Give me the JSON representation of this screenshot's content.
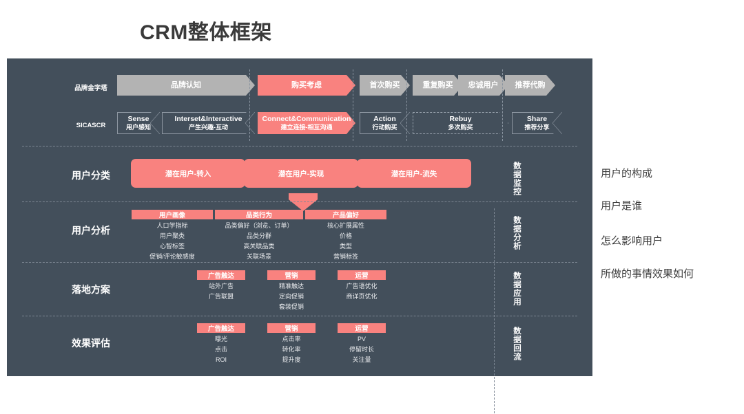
{
  "title": "CRM整体框架",
  "colors": {
    "panel_bg": "#434f5b",
    "accent_pink": "#f9827f",
    "grey_chevron": "#b3b3b3",
    "text_light": "#ffffff",
    "title_text": "#3a3a3a",
    "separator": "#7e8894"
  },
  "rows": {
    "brand_pyramid": {
      "label": "品牌金字塔",
      "stages": [
        {
          "label": "品牌认知",
          "color": "grey"
        },
        {
          "label": "购买考虑",
          "color": "pink"
        },
        {
          "label": "首次购买",
          "color": "grey"
        },
        {
          "label": "重复购买",
          "color": "grey"
        },
        {
          "label": "忠诚用户",
          "color": "grey"
        },
        {
          "label": "推荐代购",
          "color": "grey"
        }
      ]
    },
    "sicascr": {
      "label": "SICASCR",
      "stages": [
        {
          "en": "Sense",
          "cn": "用户感知",
          "style": "solid"
        },
        {
          "en": "Interset&Interactive",
          "cn": "产生兴趣-互动",
          "style": "solid"
        },
        {
          "en": "Connect&Communication",
          "cn": "建立连接-相互沟通",
          "style": "filled"
        },
        {
          "en": "Action",
          "cn": "行动购买",
          "style": "solid"
        },
        {
          "en": "Rebuy",
          "cn": "多次购买",
          "style": "dashed"
        },
        {
          "en": "Share",
          "cn": "推荐分享",
          "style": "solid"
        }
      ]
    },
    "user_classification": {
      "label": "用户分类",
      "items": [
        "潜在用户-转入",
        "潜在用户-实现",
        "潜在用户-流失"
      ]
    },
    "user_analysis": {
      "label": "用户分析",
      "groups": [
        {
          "head": "用户画像",
          "items": [
            "人口学指标",
            "用户聚类",
            "心智标签",
            "促销/评论敏感度"
          ]
        },
        {
          "head": "品类行为",
          "items": [
            "品类偏好（浏览、订单）",
            "品类分群",
            "高关联品类",
            "关联场景"
          ]
        },
        {
          "head": "产品偏好",
          "items": [
            "核心扩展属性",
            "价格",
            "类型",
            "营销标签"
          ]
        }
      ]
    },
    "landing_plan": {
      "label": "落地方案",
      "groups": [
        {
          "head": "广告触达",
          "items": [
            "站外广告",
            "广告联盟"
          ]
        },
        {
          "head": "营销",
          "items": [
            "精准触达",
            "定向促销",
            "套装促销"
          ]
        },
        {
          "head": "运营",
          "items": [
            "广告语优化",
            "商详页优化"
          ]
        }
      ]
    },
    "effect_evaluation": {
      "label": "效果评估",
      "groups": [
        {
          "head": "广告触达",
          "items": [
            "曝光",
            "点击",
            "ROI"
          ]
        },
        {
          "head": "营销",
          "items": [
            "点击率",
            "转化率",
            "提升度"
          ]
        },
        {
          "head": "运营",
          "items": [
            "PV",
            "停留时长",
            "关注量"
          ]
        }
      ]
    }
  },
  "data_column": [
    "数据监控",
    "数据分析",
    "数据应用",
    "数据回流"
  ],
  "notes": [
    "用户的构成",
    "用户是谁",
    "怎么影响用户",
    "所做的事情效果如何"
  ]
}
